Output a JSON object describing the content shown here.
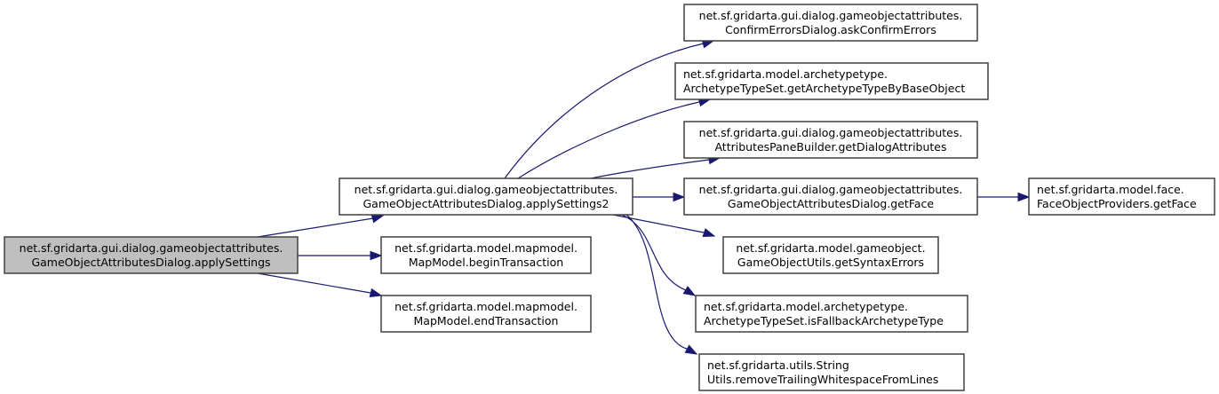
{
  "diagram": {
    "type": "call-graph",
    "colors": {
      "edge": "#191970",
      "root_fill": "#bfbfbf",
      "node_fill": "#ffffff",
      "node_border": "#404040"
    },
    "nodes": [
      {
        "id": "applySettings",
        "line1": "net.sf.gridarta.gui.dialog.gameobjectattributes.",
        "line2": "GameObjectAttributesDialog.applySettings",
        "root": true
      },
      {
        "id": "applySettings2",
        "line1": "net.sf.gridarta.gui.dialog.gameobjectattributes.",
        "line2": "GameObjectAttributesDialog.applySettings2"
      },
      {
        "id": "beginTransaction",
        "line1": "net.sf.gridarta.model.mapmodel.",
        "line2": "MapModel.beginTransaction"
      },
      {
        "id": "endTransaction",
        "line1": "net.sf.gridarta.model.mapmodel.",
        "line2": "MapModel.endTransaction"
      },
      {
        "id": "askConfirmErrors",
        "line1": "net.sf.gridarta.gui.dialog.gameobjectattributes.",
        "line2": "ConfirmErrorsDialog.askConfirmErrors"
      },
      {
        "id": "getArchetypeTypeByBaseObject",
        "line1": "net.sf.gridarta.model.archetypetype.",
        "line2": "ArchetypeTypeSet.getArchetypeTypeByBaseObject"
      },
      {
        "id": "getDialogAttributes",
        "line1": "net.sf.gridarta.gui.dialog.gameobjectattributes.",
        "line2": "AttributesPaneBuilder.getDialogAttributes"
      },
      {
        "id": "getFace",
        "line1": "net.sf.gridarta.gui.dialog.gameobjectattributes.",
        "line2": "GameObjectAttributesDialog.getFace"
      },
      {
        "id": "getSyntaxErrors",
        "line1": "net.sf.gridarta.model.gameobject.",
        "line2": "GameObjectUtils.getSyntaxErrors"
      },
      {
        "id": "isFallbackArchetypeType",
        "line1": "net.sf.gridarta.model.archetypetype.",
        "line2": "ArchetypeTypeSet.isFallbackArchetypeType"
      },
      {
        "id": "removeTrailingWhitespaceFromLines",
        "line1": "net.sf.gridarta.utils.String",
        "line2": "Utils.removeTrailingWhitespaceFromLines"
      },
      {
        "id": "faceGetFace",
        "line1": "net.sf.gridarta.model.face.",
        "line2": "FaceObjectProviders.getFace"
      }
    ],
    "edges": [
      {
        "from": "applySettings",
        "to": "applySettings2"
      },
      {
        "from": "applySettings",
        "to": "beginTransaction"
      },
      {
        "from": "applySettings",
        "to": "endTransaction"
      },
      {
        "from": "applySettings2",
        "to": "askConfirmErrors"
      },
      {
        "from": "applySettings2",
        "to": "getArchetypeTypeByBaseObject"
      },
      {
        "from": "applySettings2",
        "to": "getDialogAttributes"
      },
      {
        "from": "applySettings2",
        "to": "getFace"
      },
      {
        "from": "applySettings2",
        "to": "getSyntaxErrors"
      },
      {
        "from": "applySettings2",
        "to": "isFallbackArchetypeType"
      },
      {
        "from": "applySettings2",
        "to": "removeTrailingWhitespaceFromLines"
      },
      {
        "from": "getFace",
        "to": "faceGetFace"
      }
    ]
  }
}
